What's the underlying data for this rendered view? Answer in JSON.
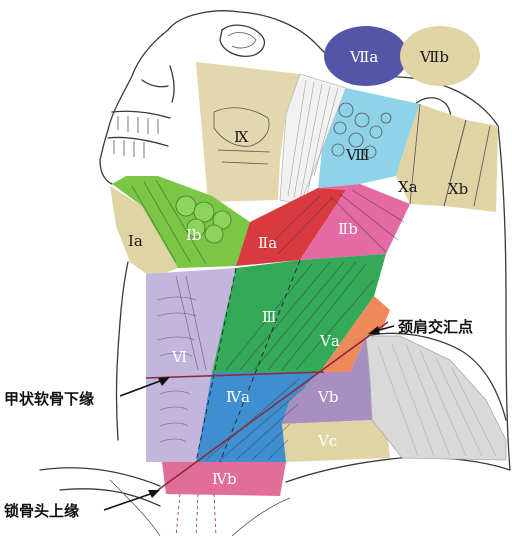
{
  "zones": {
    "VIIa": "Ⅶa",
    "VIIb": "Ⅶb",
    "IX": "Ⅸ",
    "VIII": "Ⅷ",
    "Xa": "Ⅹa",
    "Xb": "Ⅹb",
    "Ia": "Ⅰa",
    "Ib": "Ⅰb",
    "IIa": "Ⅱa",
    "IIb": "Ⅱb",
    "III": "Ⅲ",
    "VI": "Ⅵ",
    "Va": "Ⅴa",
    "IVa": "Ⅳa",
    "Vb": "Ⅴb",
    "Vc": "Ⅴc",
    "IVb": "Ⅳb"
  },
  "callouts": {
    "cricoid": "甲状软骨下缘",
    "clavicle": "锁骨头上缘",
    "junction": "颈肩交汇点"
  },
  "colors": {
    "tan": "#e0d3a4",
    "navy": "#5356a6",
    "cyan": "#8fd3e8",
    "lightGreen": "#7cc646",
    "red": "#d93a40",
    "pink": "#e46aa3",
    "green": "#35a95a",
    "lavender": "#c3b6dc",
    "orange": "#ee8a5a",
    "purple": "#a88fc2",
    "blue": "#3f8fd0",
    "magenta": "#e26d98",
    "darkRed": "#8b2b3b"
  }
}
